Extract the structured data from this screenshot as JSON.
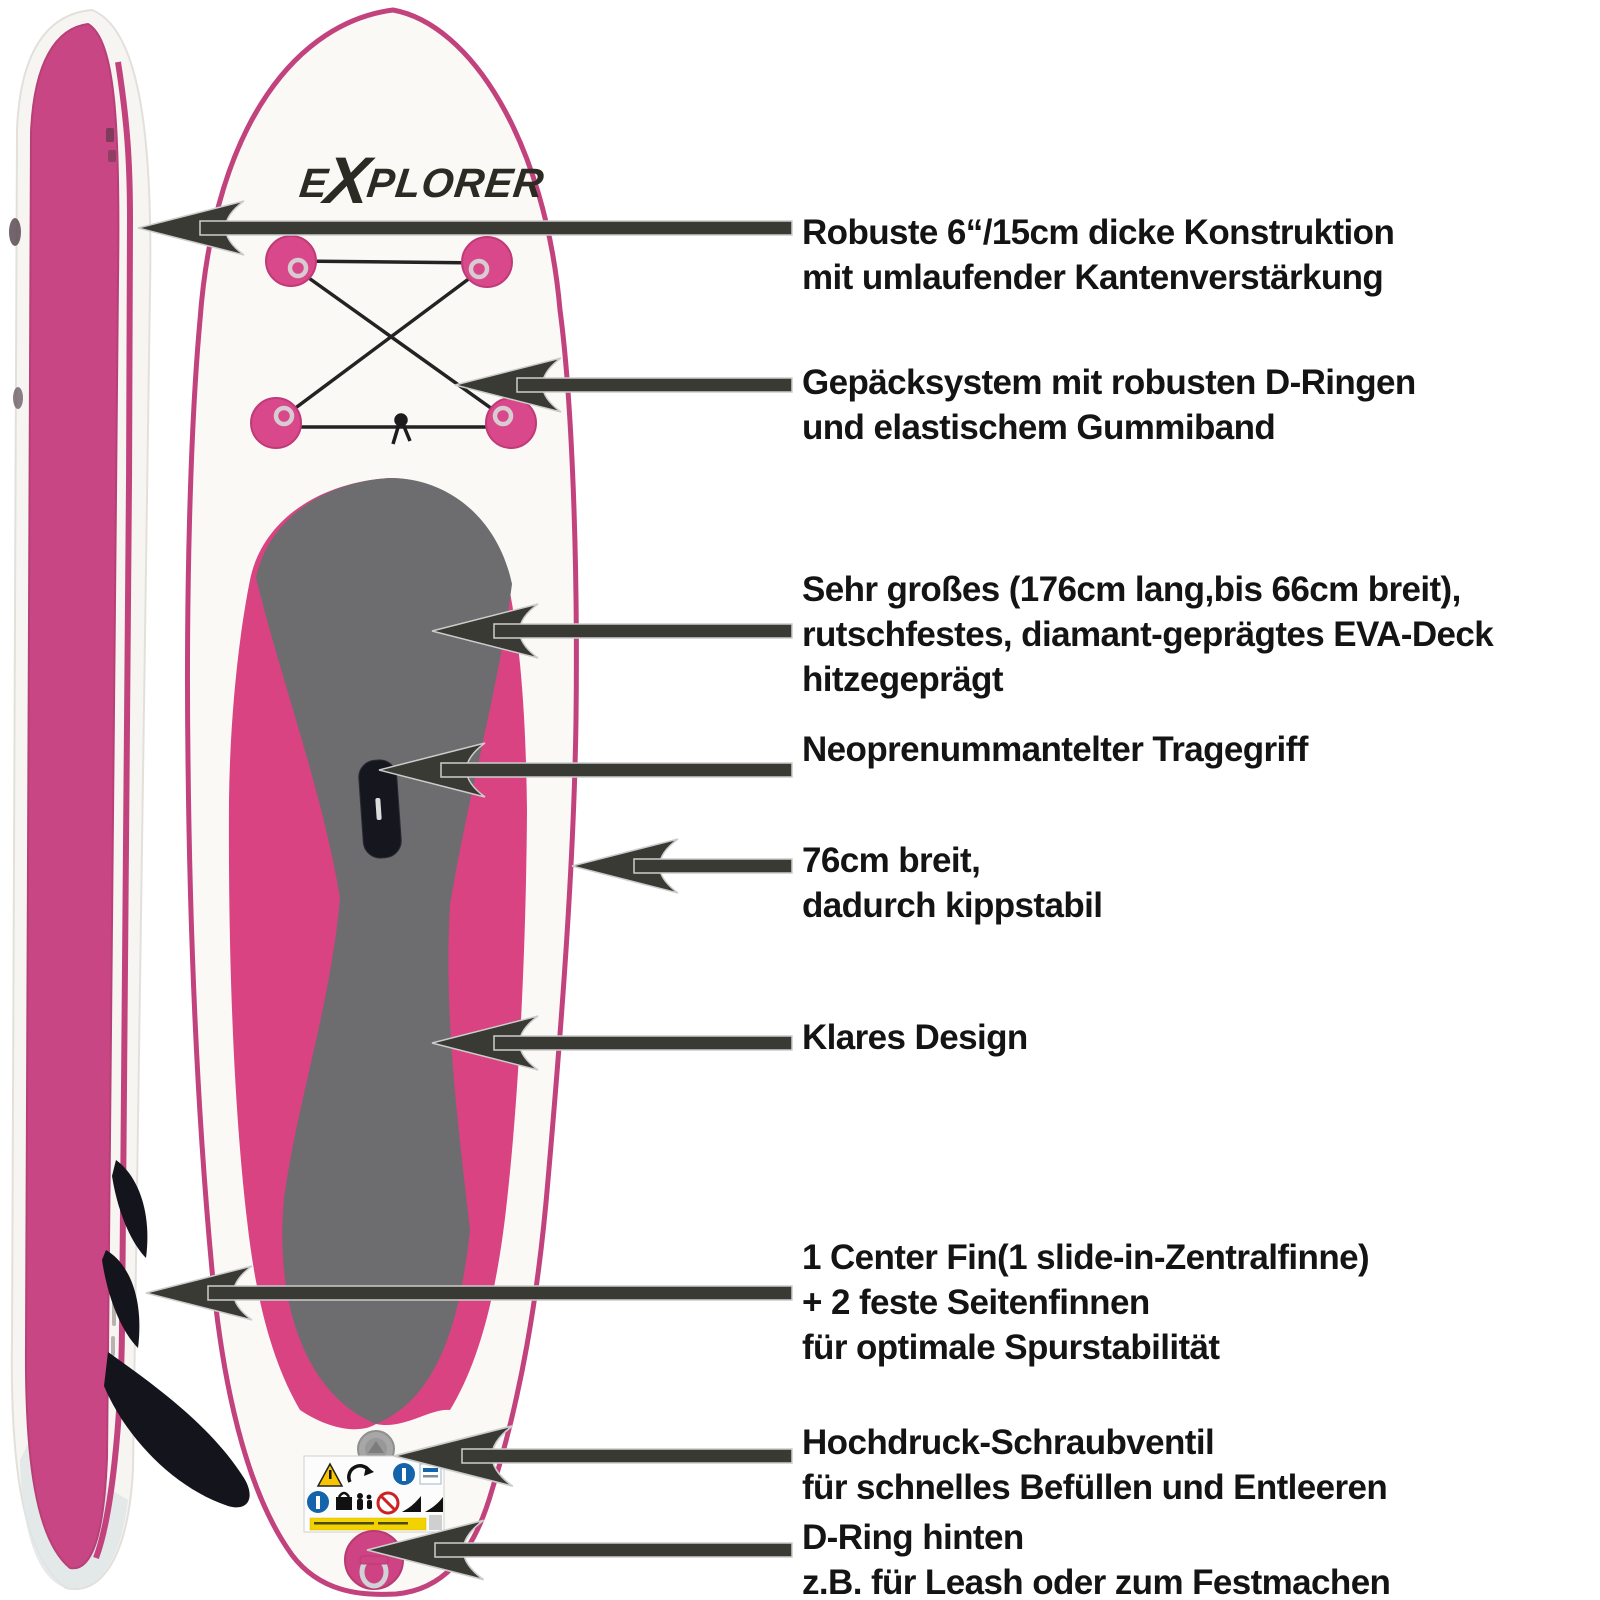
{
  "brand": {
    "logo_prefix": "E",
    "logo_x": "X",
    "logo_suffix": "PLORER",
    "logo_full": "EXPLORER"
  },
  "annotations": [
    {
      "id": "thickness",
      "lines": [
        "Robuste 6“/15cm dicke Konstruktion",
        "mit umlaufender Kantenverstärkung"
      ]
    },
    {
      "id": "luggage-system",
      "lines": [
        "Gepäcksystem mit robusten D-Ringen",
        "und elastischem Gummiband"
      ]
    },
    {
      "id": "eva-deck",
      "lines": [
        "Sehr großes (176cm lang,bis 66cm breit),",
        "rutschfestes, diamant-geprägtes EVA-Deck",
        "hitzegeprägt"
      ]
    },
    {
      "id": "carry-handle",
      "lines": [
        "Neoprenummantelter Tragegriff"
      ]
    },
    {
      "id": "width",
      "lines": [
        "76cm breit,",
        "dadurch kippstabil"
      ]
    },
    {
      "id": "design",
      "lines": [
        "Klares Design"
      ]
    },
    {
      "id": "fins",
      "lines": [
        "1 Center Fin(1 slide-in-Zentralfinne)",
        "+ 2 feste Seitenfinnen",
        "für optimale Spurstabilität"
      ]
    },
    {
      "id": "valve",
      "lines": [
        "Hochdruck-Schraubventil",
        "für schnelles Befüllen und Entleeren"
      ]
    },
    {
      "id": "d-ring-rear",
      "lines": [
        "D-Ring hinten",
        "z.B. für Leash oder zum Festmachen"
      ]
    }
  ],
  "warning_label_icons": [
    "warning-triangle-icon",
    "no-breaking-wave-icon",
    "info-circle-icon",
    "read-manual-icon",
    "max-load-icon",
    "persons-capacity-icon",
    "prohibition-icon",
    "offshore-wind-icon",
    "current-icon"
  ],
  "board_icons": [
    "d-ring-icon",
    "bungee-cord-icon",
    "carry-handle-icon",
    "screw-valve-icon",
    "fin-icon"
  ],
  "colors": {
    "deck_pad_pink": "#d94381",
    "patch_pink": "#d8488a",
    "rail_pink": "#c2427d",
    "pad_grey": "#6d6d6f",
    "arrow_dark": "#3a3a34",
    "handle_black": "#16161f",
    "valve_grey": "#a7a7a7",
    "text_black": "#141414",
    "sticker_yellow": "#f2d200",
    "sticker_blue": "#1464ac",
    "sticker_red": "#cc2222"
  }
}
